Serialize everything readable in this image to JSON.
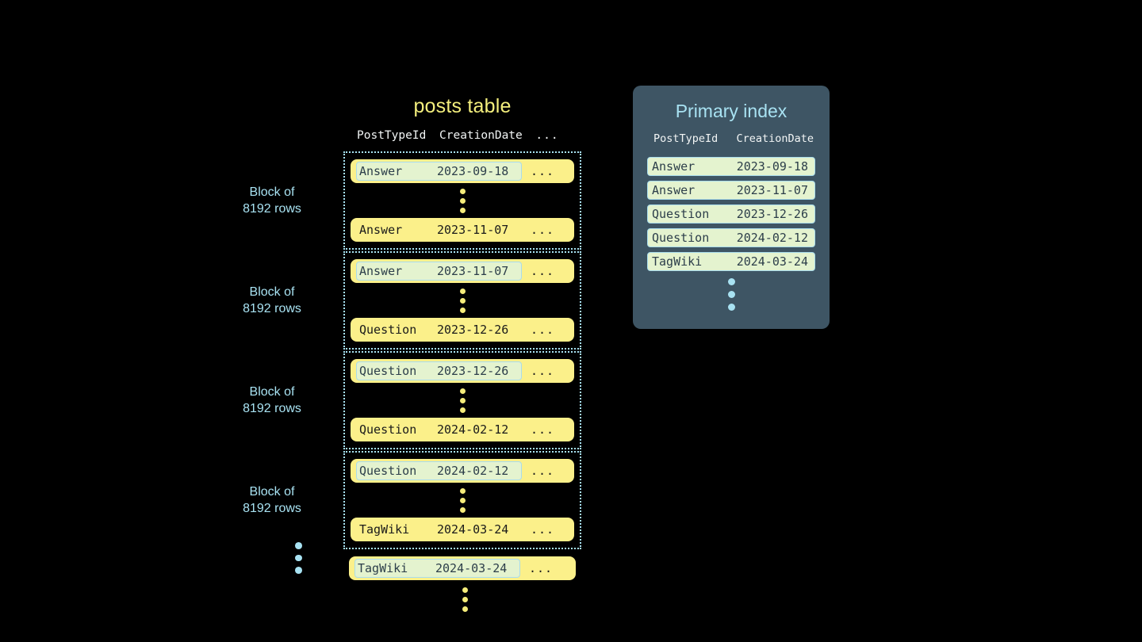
{
  "posts_table": {
    "title": "posts table",
    "columns": {
      "post_type_id": "PostTypeId",
      "creation_date": "CreationDate",
      "more": "..."
    },
    "block_label": "Block of\n8192 rows",
    "blocks": [
      {
        "label": "Block of\n8192 rows",
        "first_row": {
          "post_type_id": "Answer",
          "creation_date": "2023-09-18",
          "more": "...",
          "highlighted": true
        },
        "last_row": {
          "post_type_id": "Answer",
          "creation_date": "2023-11-07",
          "more": "...",
          "highlighted": false
        }
      },
      {
        "label": "Block of\n8192 rows",
        "first_row": {
          "post_type_id": "Answer",
          "creation_date": "2023-11-07",
          "more": "...",
          "highlighted": true
        },
        "last_row": {
          "post_type_id": "Question",
          "creation_date": "2023-12-26",
          "more": "...",
          "highlighted": false
        }
      },
      {
        "label": "Block of\n8192 rows",
        "first_row": {
          "post_type_id": "Question",
          "creation_date": "2023-12-26",
          "more": "...",
          "highlighted": true
        },
        "last_row": {
          "post_type_id": "Question",
          "creation_date": "2024-02-12",
          "more": "...",
          "highlighted": false
        }
      },
      {
        "label": "Block of\n8192 rows",
        "first_row": {
          "post_type_id": "Question",
          "creation_date": "2024-02-12",
          "more": "...",
          "highlighted": true
        },
        "last_row": {
          "post_type_id": "TagWiki",
          "creation_date": "2024-03-24",
          "more": "...",
          "highlighted": false
        }
      }
    ],
    "trailing_row": {
      "post_type_id": "TagWiki",
      "creation_date": "2024-03-24",
      "more": "...",
      "highlighted": true
    }
  },
  "primary_index": {
    "title": "Primary index",
    "columns": {
      "post_type_id": "PostTypeId",
      "creation_date": "CreationDate"
    },
    "rows": [
      {
        "post_type_id": "Answer",
        "creation_date": "2023-09-18"
      },
      {
        "post_type_id": "Answer",
        "creation_date": "2023-11-07"
      },
      {
        "post_type_id": "Question",
        "creation_date": "2023-12-26"
      },
      {
        "post_type_id": "Question",
        "creation_date": "2024-02-12"
      },
      {
        "post_type_id": "TagWiki",
        "creation_date": "2024-03-24"
      }
    ]
  },
  "colors": {
    "background": "#000000",
    "row_yellow": "#fbf08a",
    "title_yellow": "#f4ef7d",
    "accent_light_blue": "#a8e2f2",
    "highlight_bg": "#e4f3cf",
    "highlight_border": "#a9dcec",
    "panel_slate": "#3e5564"
  }
}
